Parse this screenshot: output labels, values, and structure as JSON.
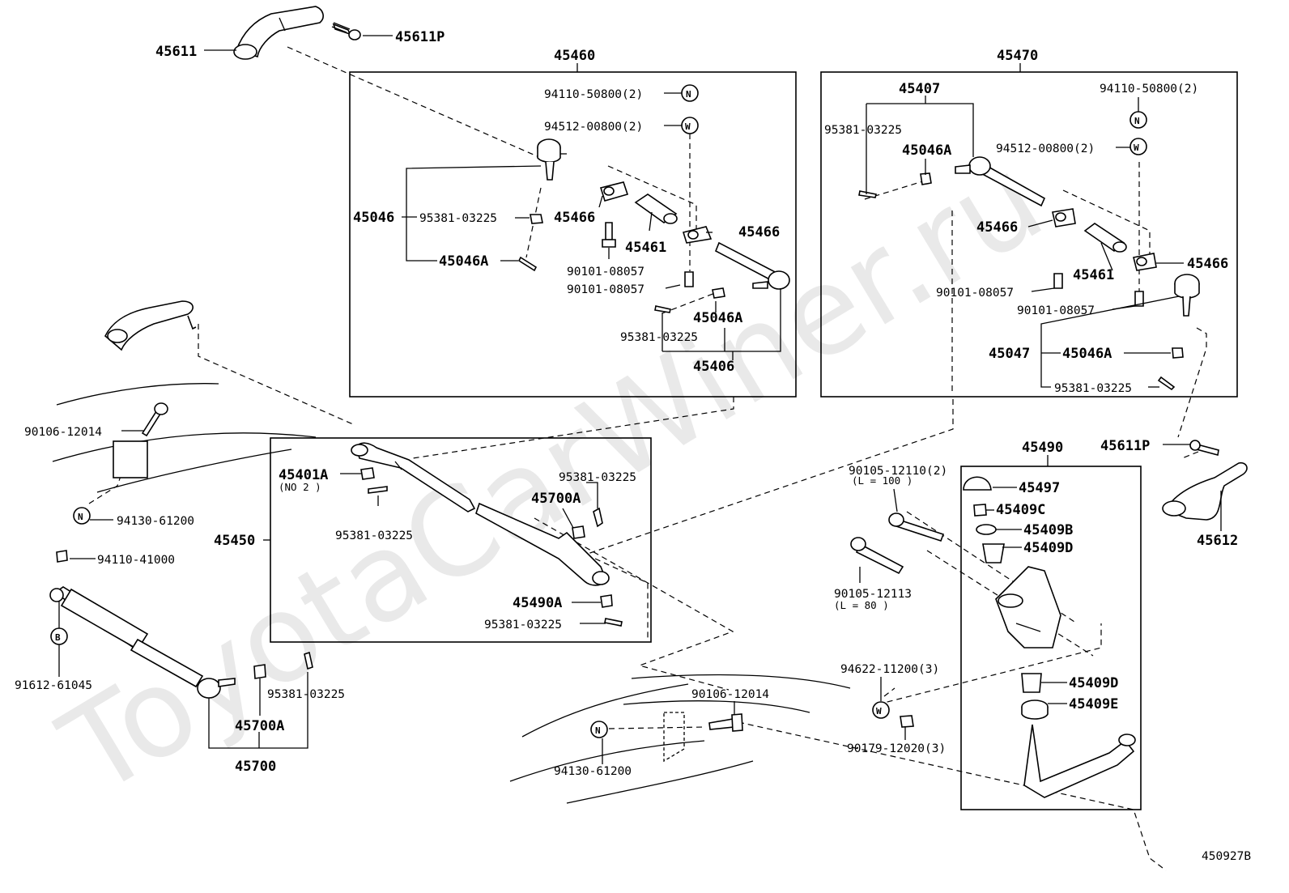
{
  "watermark": "ToyotaCarWiner.ru",
  "diagram_code": "450927B",
  "callouts": {
    "l45611": "45611",
    "l45611p_top": "45611P",
    "l45460": "45460",
    "l45470": "45470",
    "l94110_50800_a": "94110-50800(2)",
    "l94512_00800_a": "94512-00800(2)",
    "l45046": "45046",
    "l95381_a": "95381-03225",
    "l45046a_a": "45046A",
    "l45466_a": "45466",
    "l45461_a": "45461",
    "l45466_b": "45466",
    "l90101_a": "90101-08057",
    "l90101_b": "90101-08057",
    "l45046a_b": "45046A",
    "l95381_b": "95381-03225",
    "l45406": "45406",
    "l45407": "45407",
    "l95381_c": "95381-03225",
    "l45046a_c": "45046A",
    "l94110_50800_b": "94110-50800(2)",
    "l94512_00800_b": "94512-00800(2)",
    "l45466_c": "45466",
    "l45461_b": "45461",
    "l45466_d": "45466",
    "l90101_c": "90101-08057",
    "l90101_d": "90101-08057",
    "l45047": "45047",
    "l45046a_d": "45046A",
    "l95381_d": "95381-03225",
    "l90106_a": "90106-12014",
    "l94130_a": "94130-61200",
    "l45401a": "45401A",
    "l45401a_note": "(NO 2 )",
    "l95381_e": "95381-03225",
    "l45700a_a": "45700A",
    "l95381_f": "95381-03225",
    "l45450": "45450",
    "l45490a": "45490A",
    "l95381_g": "95381-03225",
    "l94110_41000": "94110-41000",
    "l91612": "91612-61045",
    "l95381_h": "95381-03225",
    "l45700a_b": "45700A",
    "l45700": "45700",
    "l90105_12110": "90105-12110(2)",
    "l90105_12110_note": "(L = 100 )",
    "l90105_12113": "90105-12113",
    "l90105_12113_note": "(L = 80 )",
    "l45490": "45490",
    "l45497": "45497",
    "l45409c": "45409C",
    "l45409b": "45409B",
    "l45409d_a": "45409D",
    "l94622": "94622-11200(3)",
    "l45409d_b": "45409D",
    "l45409e": "45409E",
    "l90179": "90179-12020(3)",
    "l90106_b": "90106-12014",
    "l94130_b": "94130-61200",
    "l45611p_right": "45611P",
    "l45612": "45612"
  },
  "symbols": {
    "nut_n": "N",
    "washer_w": "W",
    "bracket_b": "B"
  }
}
